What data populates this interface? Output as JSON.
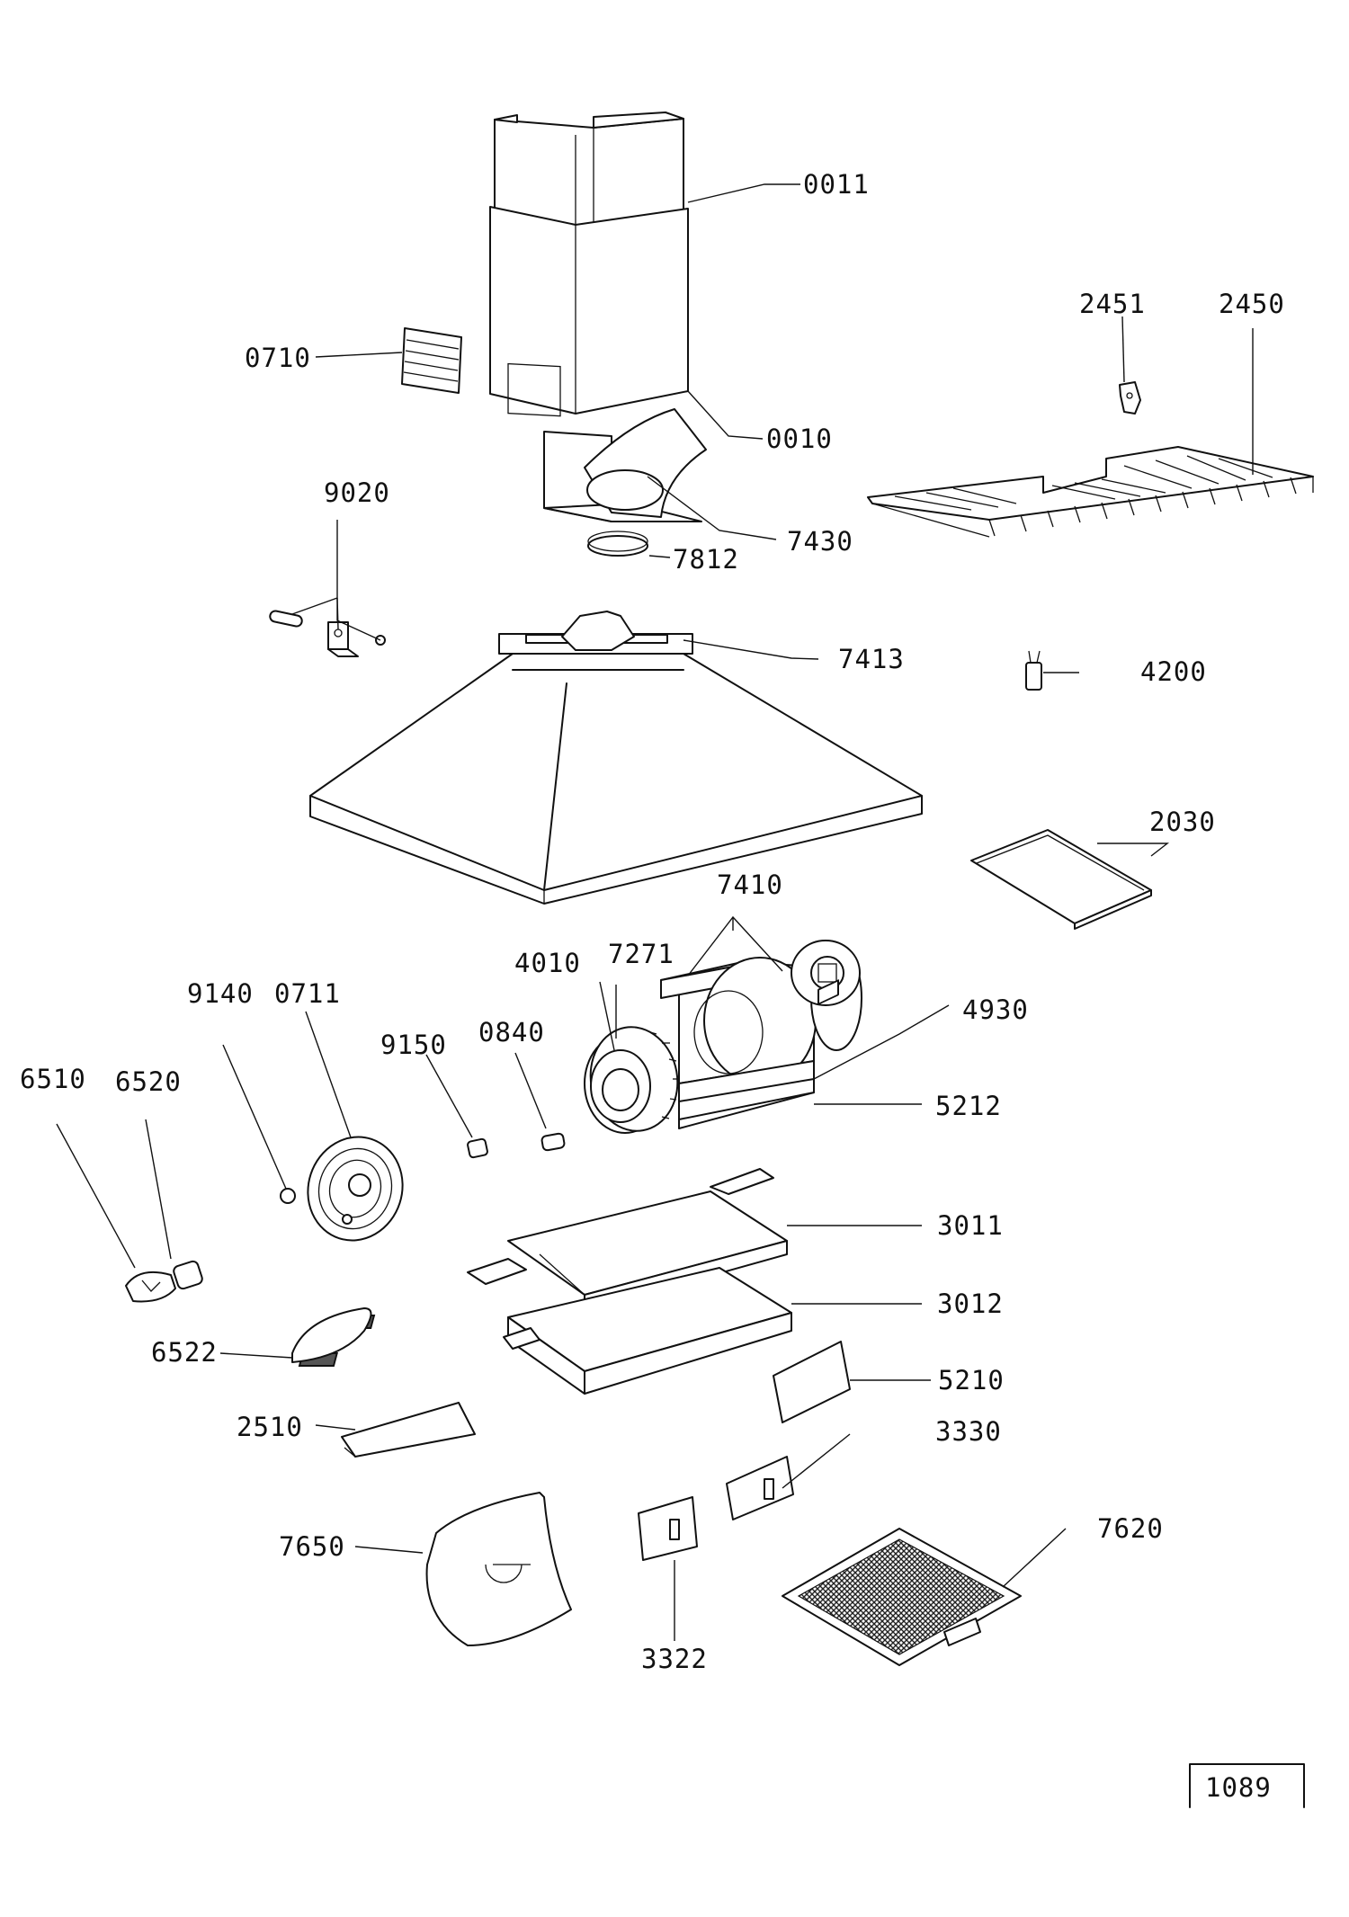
{
  "diagram": {
    "drawing_code": "1089",
    "parts": {
      "p0011": "0011",
      "p0010": "0010",
      "p0710": "0710",
      "p2451": "2451",
      "p2450": "2450",
      "p9020": "9020",
      "p7430": "7430",
      "p7812": "7812",
      "p7413": "7413",
      "p4200": "4200",
      "p2030": "2030",
      "p7410": "7410",
      "p4010": "4010",
      "p7271": "7271",
      "p9140": "9140",
      "p0711": "0711",
      "p4930": "4930",
      "p9150": "9150",
      "p0840": "0840",
      "p6510": "6510",
      "p6520": "6520",
      "p5212": "5212",
      "p3011": "3011",
      "p3012": "3012",
      "p6522": "6522",
      "p5210": "5210",
      "p2510": "2510",
      "p3330": "3330",
      "p7650": "7650",
      "p7620": "7620",
      "p3322": "3322"
    }
  }
}
